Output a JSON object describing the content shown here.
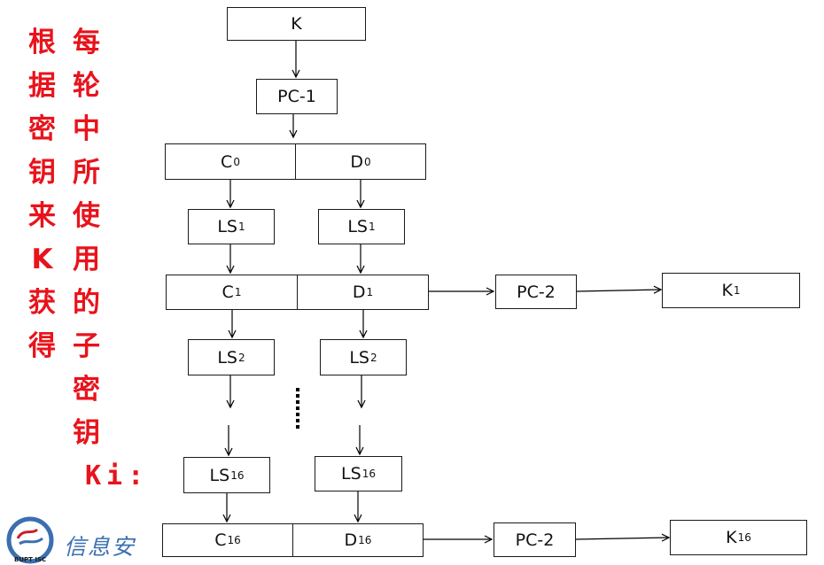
{
  "colors": {
    "annotation": "#e8131b",
    "logo_blue": "#3b6fb0",
    "logo_red": "#c81e2a"
  },
  "annotation": {
    "col1": [
      "根",
      "据",
      "密",
      "钥",
      "来",
      "K",
      "获",
      "得"
    ],
    "col2": [
      "每",
      "轮",
      "中",
      "所",
      "使",
      "用",
      "的",
      "子",
      "密",
      "钥"
    ],
    "ki": "Ki:"
  },
  "diagram": {
    "k": "K",
    "pc1": "PC-1",
    "c0": {
      "main": "C",
      "sub": "0"
    },
    "d0": {
      "main": "D",
      "sub": "0"
    },
    "ls1_left": {
      "main": "LS",
      "sub": "1"
    },
    "ls1_right": {
      "main": "LS",
      "sub": "1"
    },
    "c1": {
      "main": "C",
      "sub": "1"
    },
    "d1": {
      "main": "D",
      "sub": "1"
    },
    "pc2_top": "PC-2",
    "k1": {
      "main": "K",
      "sub": "1"
    },
    "ls2_left": {
      "main": "LS",
      "sub": "2"
    },
    "ls2_right": {
      "main": "LS",
      "sub": "2"
    },
    "ls16_left": {
      "main": "LS",
      "sub": "16"
    },
    "ls16_right": {
      "main": "LS",
      "sub": "16"
    },
    "c16": {
      "main": "C",
      "sub": "16"
    },
    "d16": {
      "main": "D",
      "sub": "16"
    },
    "pc2_bottom": "PC-2",
    "k16": {
      "main": "K",
      "sub": "16"
    }
  },
  "logo": {
    "icon": "bupt-isc-logo",
    "caption": "BUPT ISC",
    "text": "信息安"
  }
}
